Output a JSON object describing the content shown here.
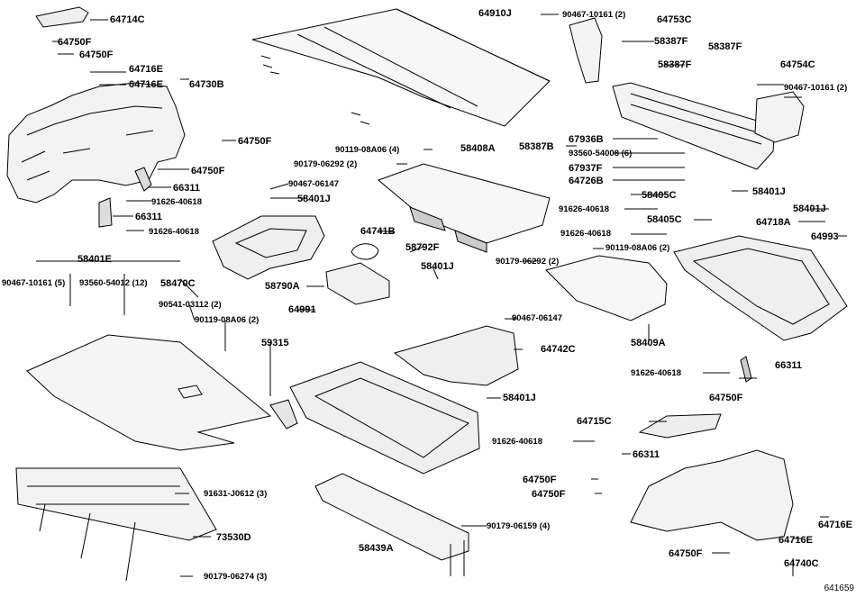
{
  "diagram_id": "641659",
  "labels": {
    "p64714C": "64714C",
    "p64750F_a": "64750F",
    "p64750F_b": "64750F",
    "p64716E_a": "64716E",
    "p64716E_b": "64716E",
    "p64730B": "64730B",
    "p64750F_c": "64750F",
    "p64750F_d": "64750F",
    "p66311_a": "66311",
    "p91626_a": "91626-40618",
    "p66311_b": "66311",
    "p91626_b": "91626-40618",
    "p64910J": "64910J",
    "p90467_10161_a": "90467-10161 (2)",
    "p64753C": "64753C",
    "p58387F_a": "58387F",
    "p58387F_b": "58387F",
    "p58387F_c": "58387F",
    "p64754C": "64754C",
    "p90467_10161_b": "90467-10161 (2)",
    "p67936B": "67936B",
    "p93560_54008": "93560-54008 (6)",
    "p58387B": "58387B",
    "p67937F": "67937F",
    "p64726B": "64726B",
    "p90119_a": "90119-08A06 (4)",
    "p58408A": "58408A",
    "p90179_06292_a": "90179-06292 (2)",
    "p90467_06147_a": "90467-06147",
    "p58401J_a": "58401J",
    "p64741B": "64741B",
    "p58792F": "58792F",
    "p58405C_a": "58405C",
    "p91626_c": "91626-40618",
    "p58405C_b": "58405C",
    "p91626_d": "91626-40618",
    "p58401J_b": "58401J",
    "p58401J_c": "58401J",
    "p64718A": "64718A",
    "p64993": "64993",
    "p90119_b": "90119-08A06 (2)",
    "p90179_06292_b": "90179-06292 (2)",
    "p58401J_d": "58401J",
    "p58790A": "58790A",
    "p58401E": "58401E",
    "p90467_10161_c": "90467-10161 (5)",
    "p93560_54012": "93560-54012 (12)",
    "p58470C": "58470C",
    "p90541": "90541-03112 (2)",
    "p90119_c": "90119-08A06 (2)",
    "p64991": "64991",
    "p59315": "59315",
    "p90467_06147_b": "90467-06147",
    "p64742C": "64742C",
    "p58409A": "58409A",
    "p91626_e": "91626-40618",
    "p66311_c": "66311",
    "p64750F_e": "64750F",
    "p58401J_e": "58401J",
    "p64715C": "64715C",
    "p91626_f": "91626-40618",
    "p66311_d": "66311",
    "p64750F_f": "64750F",
    "p64750F_g": "64750F",
    "p91631": "91631-J0612 (3)",
    "p90179_06159": "90179-06159 (4)",
    "p73530D": "73530D",
    "p58439A": "58439A",
    "p64750F_h": "64750F",
    "p64716E_c": "64716E",
    "p64716E_d": "64716E",
    "p64740C": "64740C",
    "p90179_06274": "90179-06274 (3)"
  }
}
